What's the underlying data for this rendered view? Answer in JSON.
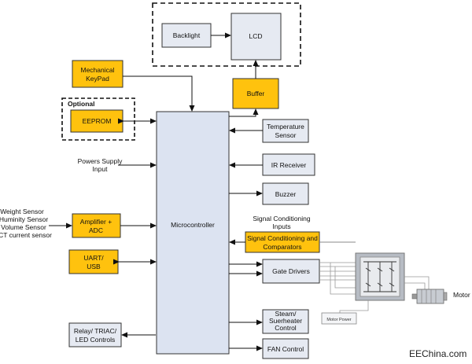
{
  "colors": {
    "orange": "#FFC20E",
    "blue_box": "#DCE3F1",
    "gray_box": "#E6EAF2",
    "stroke": "#333333",
    "line": "#111111"
  },
  "blocks": {
    "backlight": "Backlight",
    "lcd": "LCD",
    "buffer": "Buffer",
    "mechanical_keypad": [
      "Mechanical",
      "KeyPad"
    ],
    "optional": "Optional",
    "eeprom": "EEPROM",
    "microcontroller": "Microcontroller",
    "temperature_sensor": [
      "Temperature",
      "Sensor"
    ],
    "ir_receiver": "IR Receiver",
    "buzzer": "Buzzer",
    "signal_conditioning_inputs": [
      "Signal Conditioning",
      "Inputs"
    ],
    "signal_conditioning_box": [
      "Signal Conditioning and",
      "Comparators"
    ],
    "gate_drivers": "Gate Drivers",
    "steam_heater": [
      "Steam/",
      "Suerheater",
      "Control"
    ],
    "fan_control": "FAN Control",
    "amplifier_adc": [
      "Amplifier +",
      "ADC"
    ],
    "uart_usb": [
      "UART/",
      "USB"
    ],
    "relay_triac": [
      "Relay/ TRIAC/",
      "LED Controls"
    ],
    "power_supply": [
      "Powers Supply",
      "Input"
    ],
    "sensors": [
      "Weight Sensor",
      "Huminity Sensor",
      "Volume Sensor",
      "CT current sensor"
    ],
    "motor": "Motor",
    "motor_power": "Motor Power"
  },
  "watermark": "EEChina.com"
}
